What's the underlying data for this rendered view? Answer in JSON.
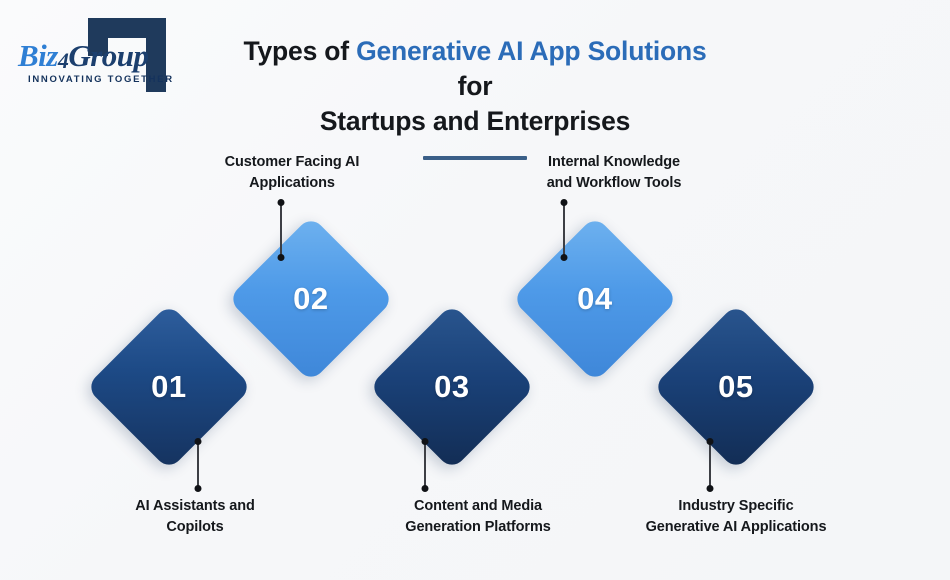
{
  "logo": {
    "wordmark_biz": "Biz",
    "wordmark_four": "4",
    "wordmark_group": "Group",
    "tagline": "INNOVATING TOGETHER",
    "bracket_color": "#1f3a5c",
    "accent_color": "#2f7fd4"
  },
  "title": {
    "line1_pre": "Types of ",
    "line1_highlight": "Generative AI App Solutions",
    "line1_post": " for",
    "line2": "Startups and Enterprises",
    "highlight_color": "#2b6cb8",
    "rule_color": "#3a5f88"
  },
  "items": [
    {
      "number": "01",
      "label": "AI Assistants and\nCopilots",
      "label_line1": "AI Assistants and",
      "label_line2": "Copilots",
      "position": "bottom",
      "color": "#1d4a86",
      "tone": "dark"
    },
    {
      "number": "02",
      "label": "Customer Facing AI\nApplications",
      "label_line1": "Customer Facing AI",
      "label_line2": "Applications",
      "position": "top",
      "color": "#4e9ae8",
      "tone": "light"
    },
    {
      "number": "03",
      "label": "Content and Media\nGeneration Platforms",
      "label_line1": "Content and Media",
      "label_line2": "Generation Platforms",
      "position": "bottom",
      "color": "#1a4178",
      "tone": "navy"
    },
    {
      "number": "04",
      "label": "Internal Knowledge\nand Workflow Tools",
      "label_line1": "Internal Knowledge",
      "label_line2": "and Workflow Tools",
      "position": "top",
      "color": "#4e9ae8",
      "tone": "light"
    },
    {
      "number": "05",
      "label": "Industry Specific\nGenerative AI Applications",
      "label_line1": "Industry Specific",
      "label_line2": "Generative AI Applications",
      "position": "bottom",
      "color": "#1a4178",
      "tone": "navy"
    }
  ],
  "background_color": "#f7f8fa"
}
